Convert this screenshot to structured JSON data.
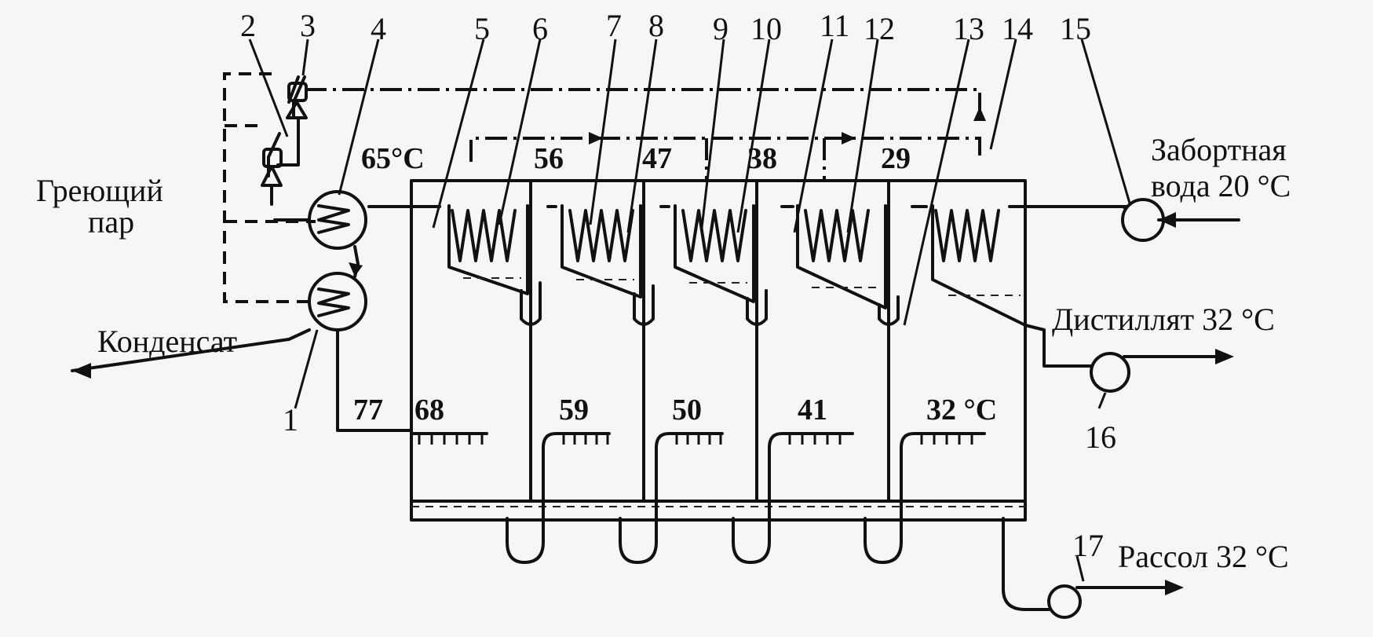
{
  "numbers": [
    "1",
    "2",
    "3",
    "4",
    "5",
    "6",
    "7",
    "8",
    "9",
    "10",
    "11",
    "12",
    "13",
    "14",
    "15",
    "16",
    "17"
  ],
  "top_temps": [
    "65°C",
    "56",
    "47",
    "38",
    "29"
  ],
  "bottom_temps": [
    "77",
    "68",
    "59",
    "50",
    "41",
    "32 °C"
  ],
  "labels": {
    "heating_steam": [
      "Греющий",
      "пар"
    ],
    "condensate": "Конденсат",
    "seawater": [
      "Забортная",
      "вода 20 °C"
    ],
    "distillate": "Дистиллят 32 °C",
    "brine": "Рассол 32 °C"
  }
}
